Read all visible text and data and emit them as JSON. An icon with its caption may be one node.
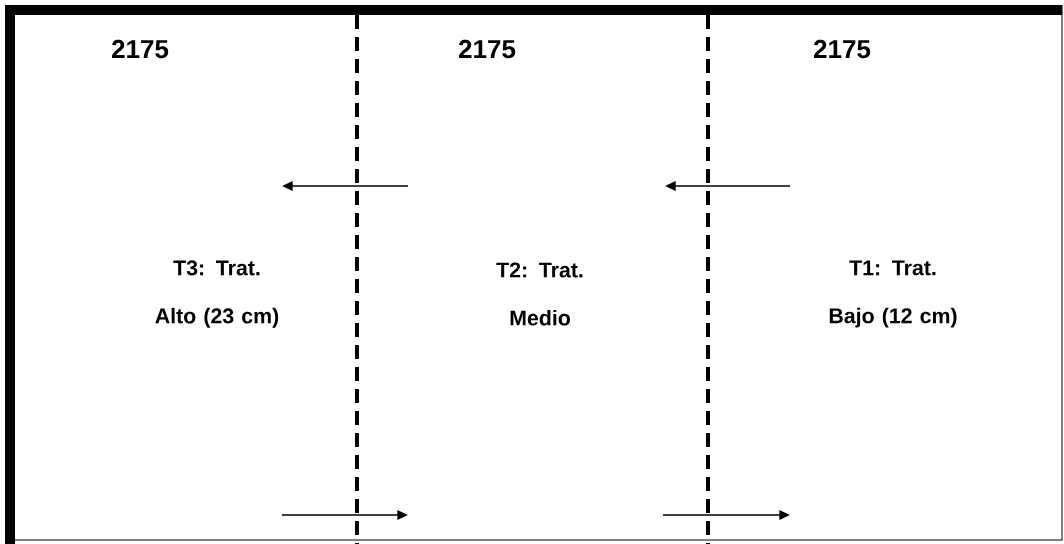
{
  "diagram": {
    "nodes": [
      {
        "text": [
          "2175",
          "T3: Trat. Alto (23 cm)"
        ]
      },
      {
        "text": [
          "2175",
          "T2: Trat. Medio"
        ]
      },
      {
        "text": [
          "2175",
          "T1: Trat. Bajo (12 cm)"
        ]
      }
    ]
  }
}
